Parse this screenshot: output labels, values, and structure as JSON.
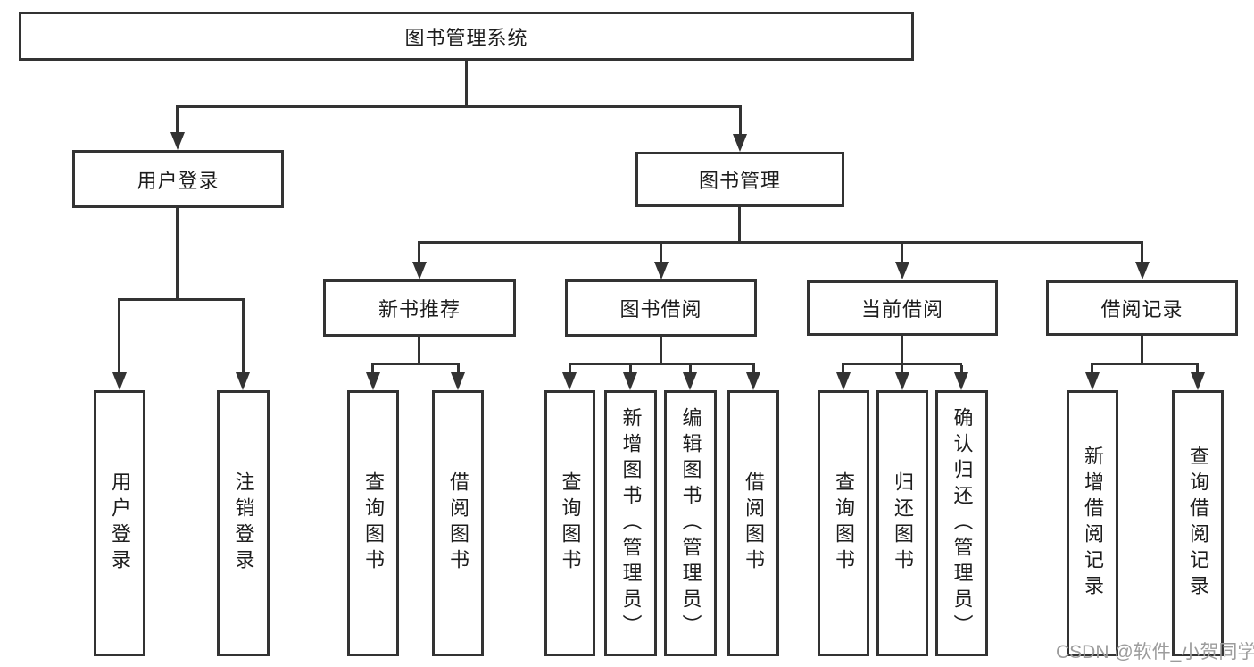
{
  "diagram_title": "图书管理系统",
  "tree": {
    "root": "图书管理系统",
    "children": [
      {
        "label": "用户登录",
        "children": [
          "用户登录",
          "注销登录"
        ]
      },
      {
        "label": "图书管理",
        "children": [
          {
            "label": "新书推荐",
            "children": [
              "查询图书",
              "借阅图书"
            ]
          },
          {
            "label": "图书借阅",
            "children": [
              "查询图书",
              "新增图书（管理员）",
              "编辑图书（管理员）",
              "借阅图书"
            ]
          },
          {
            "label": "当前借阅",
            "children": [
              "查询图书",
              "归还图书",
              "确认归还（管理员）"
            ]
          },
          {
            "label": "借阅记录",
            "children": [
              "新增借阅记录",
              "查询借阅记录"
            ]
          }
        ]
      }
    ]
  },
  "watermark": {
    "text": "CSDN @软件_小贺同学"
  },
  "colors": {
    "line": "#333333",
    "box_border": "#333333",
    "text": "#1d1d1d",
    "watermark": "#9c9c9c",
    "background": "#ffffff"
  }
}
